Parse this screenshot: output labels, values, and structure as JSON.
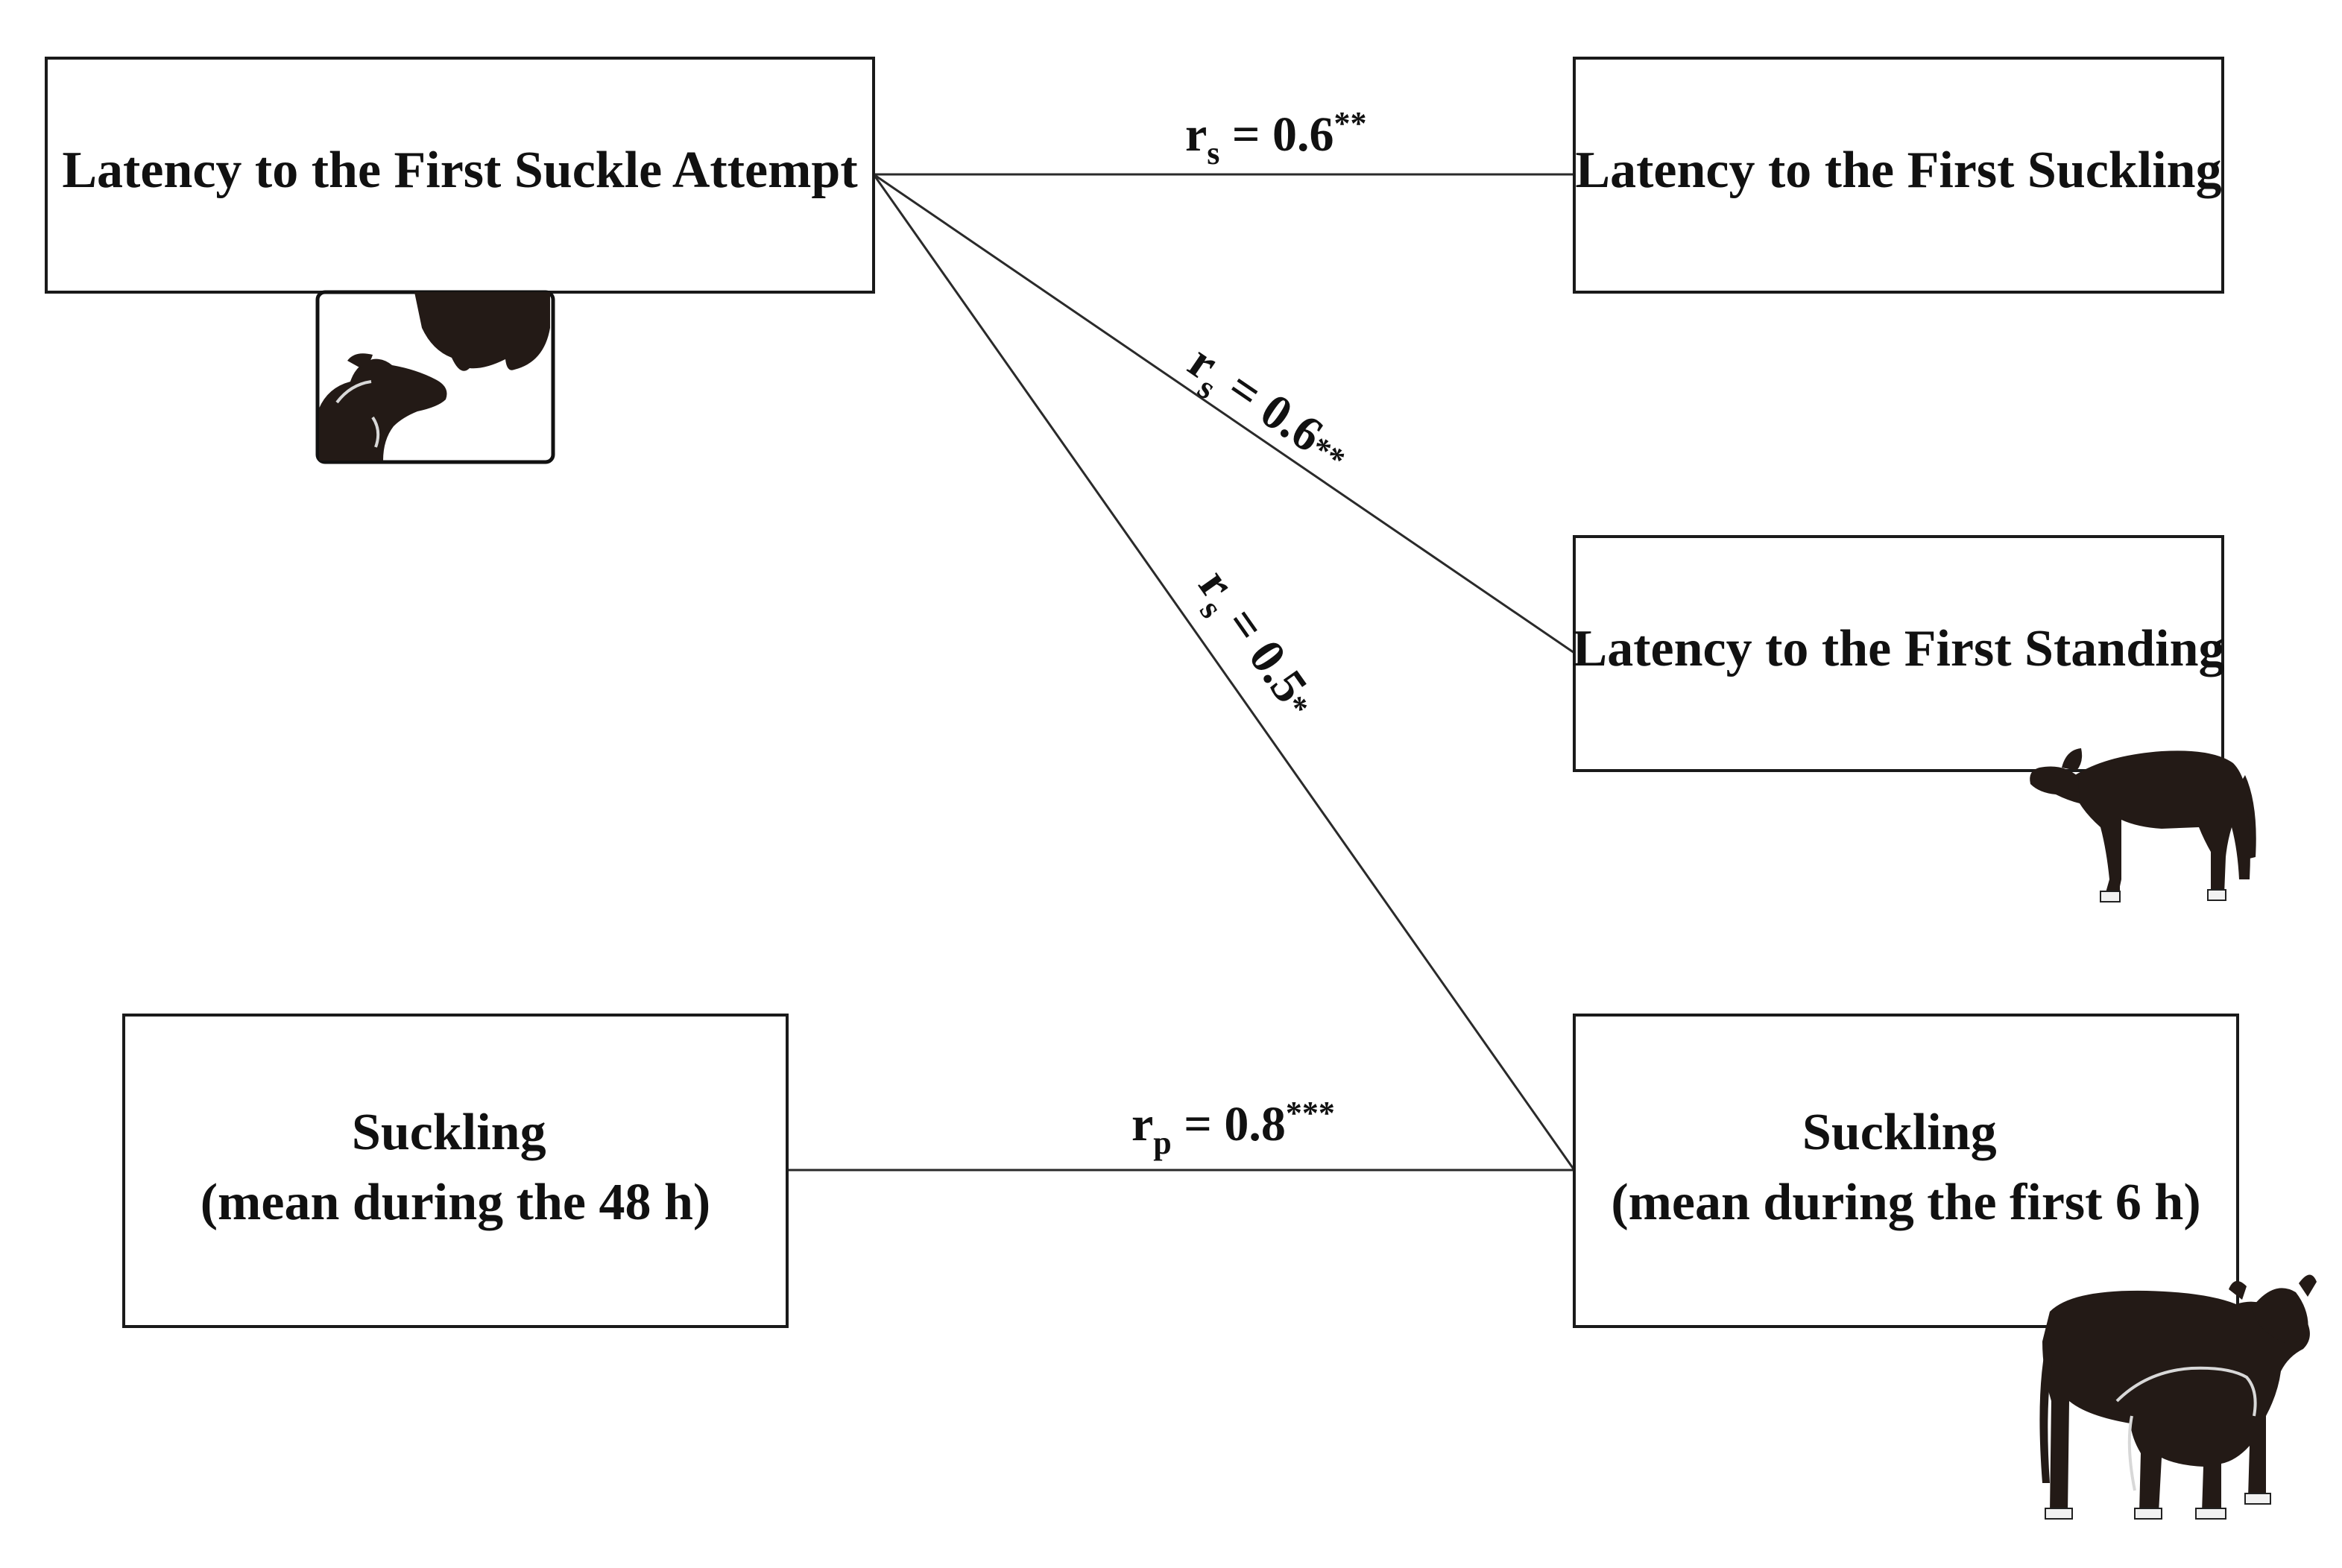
{
  "boxes": {
    "attempt": {
      "lines": [
        "Latency to the First Suckle Attempt"
      ]
    },
    "suckling_latency": {
      "lines": [
        "Latency to the First Suckling"
      ]
    },
    "standing": {
      "lines": [
        "Latency to the First Standing"
      ]
    },
    "suckling_48h": {
      "lines": [
        "Suckling",
        "(mean during the 48 h)"
      ]
    },
    "suckling_6h": {
      "lines": [
        "Suckling",
        "(mean during the first 6 h)"
      ]
    }
  },
  "correlations": [
    {
      "id": "attempt-suckling",
      "from": "attempt",
      "to": "suckling_latency",
      "symbol": "r",
      "sub": "s",
      "value": "0.6",
      "stars": "**"
    },
    {
      "id": "attempt-standing",
      "from": "attempt",
      "to": "standing",
      "symbol": "r",
      "sub": "s",
      "value": "0.6",
      "stars": "**"
    },
    {
      "id": "attempt-suckling6h",
      "from": "attempt",
      "to": "suckling_6h",
      "symbol": "r",
      "sub": "s",
      "value": "0.5",
      "stars": "*"
    },
    {
      "id": "suckling48-suckling6h",
      "from": "suckling_48h",
      "to": "suckling_6h",
      "symbol": "r",
      "sub": "p",
      "value": "0.8",
      "stars": "***"
    }
  ],
  "icons": [
    "calf-suckling-icon",
    "standing-calf-icon",
    "cow-and-calf-icon"
  ],
  "colors": {
    "stroke": "#1a1a1a",
    "text": "#111111",
    "animal": "#231a16"
  }
}
